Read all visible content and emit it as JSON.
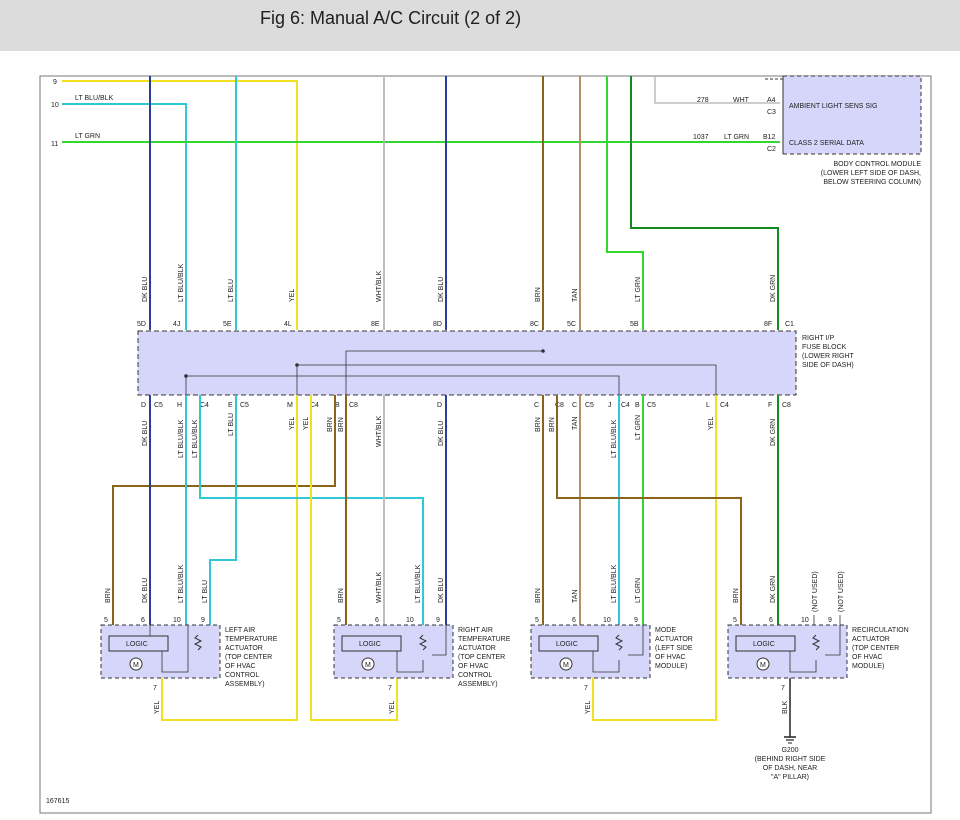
{
  "header": {
    "title": "Fig 6: Manual A/C Circuit (2 of 2)"
  },
  "colors": {
    "yel": "#f0e020",
    "ltblu": "#30c8d8",
    "dkblu": "#2a3f9c",
    "brn": "#8a6418",
    "tan": "#b89060",
    "grn": "#30d830",
    "dkgrn": "#138a20",
    "wht": "#bdbdbd",
    "blk": "#222222",
    "module": "#d6d6fa"
  },
  "left_circuits": [
    {
      "num": "9",
      "label": ""
    },
    {
      "num": "10",
      "label": "LT BLU/BLK"
    },
    {
      "num": "11",
      "label": "LT GRN"
    }
  ],
  "bcm": {
    "rows": [
      {
        "circuit": "278",
        "color": "WHT",
        "pin_a": "A4",
        "pin_b": "C3",
        "signal": "AMBIENT LIGHT SENS SIG"
      },
      {
        "circuit": "1037",
        "color": "LT GRN",
        "pin_a": "B12",
        "pin_b": "C2",
        "signal": "CLASS 2 SERIAL DATA"
      }
    ],
    "caption": [
      "BODY CONTROL MODULE",
      "(LOWER LEFT SIDE OF DASH,",
      "BELOW STEERING COLUMN)"
    ]
  },
  "fuse_block": {
    "caption": [
      "RIGHT I/P",
      "FUSE BLOCK",
      "(LOWER RIGHT",
      "SIDE OF DASH)"
    ],
    "top_wires": [
      "DK BLU",
      "LT BLU/BLK",
      "LT BLU",
      "YEL",
      "WHT/BLK",
      "DK BLU",
      "BRN",
      "TAN",
      "LT GRN",
      "DK GRN"
    ],
    "top_pins": [
      "5D",
      "4J",
      "5E",
      "4L",
      "8E",
      "8D",
      "8C",
      "5C",
      "5B",
      "8F",
      "C1"
    ],
    "bottom_pins": [
      "D",
      "C5",
      "H",
      "C4",
      "E",
      "C5",
      "M",
      "C4",
      "B",
      "C8",
      "D",
      "C",
      "C8",
      "C",
      "C5",
      "J",
      "C4",
      "B",
      "C5",
      "L",
      "C4",
      "F",
      "C8"
    ],
    "bottom_wires": [
      "DK BLU",
      "LT BLU/BLK",
      "LT BLU/BLK",
      "LT BLU",
      "YEL",
      "YEL",
      "BRN",
      "BRN",
      "WHT/BLK",
      "DK BLU",
      "BRN",
      "BRN",
      "TAN",
      "LT BLU/BLK",
      "LT GRN",
      "YEL",
      "DK GRN"
    ]
  },
  "actuators": [
    {
      "pins": [
        "5",
        "6",
        "10",
        "9",
        "7"
      ],
      "wires": [
        "BRN",
        "DK BLU",
        "LT BLU/BLK",
        "LT BLU",
        "YEL"
      ],
      "logic": "LOGIC",
      "motor": "M",
      "caption": [
        "LEFT AIR",
        "TEMPERATURE",
        "ACTUATOR",
        "(TOP CENTER",
        "OF HVAC",
        "CONTROL",
        "ASSEMBLY)"
      ]
    },
    {
      "pins": [
        "5",
        "6",
        "10",
        "9",
        "7"
      ],
      "wires": [
        "BRN",
        "WHT/BLK",
        "LT BLU/BLK",
        "DK BLU",
        "YEL"
      ],
      "logic": "LOGIC",
      "motor": "M",
      "caption": [
        "RIGHT AIR",
        "TEMPERATURE",
        "ACTUATOR",
        "(TOP CENTER",
        "OF HVAC",
        "CONTROL",
        "ASSEMBLY)"
      ]
    },
    {
      "pins": [
        "5",
        "6",
        "10",
        "9",
        "7"
      ],
      "wires": [
        "BRN",
        "TAN",
        "LT BLU/BLK",
        "LT GRN",
        "YEL"
      ],
      "logic": "LOGIC",
      "motor": "M",
      "caption": [
        "MODE",
        "ACTUATOR",
        "(LEFT SIDE",
        "OF HVAC",
        "MODULE)"
      ]
    },
    {
      "pins": [
        "5",
        "6",
        "10",
        "9",
        "7"
      ],
      "wires": [
        "BRN",
        "DK GRN",
        "(NOT USED)",
        "(NOT USED)",
        "BLK"
      ],
      "logic": "LOGIC",
      "motor": "M",
      "caption": [
        "RECIRCULATION",
        "ACTUATOR",
        "(TOP CENTER",
        "OF HVAC",
        "MODULE)"
      ]
    }
  ],
  "ground": {
    "name": "G200",
    "caption": [
      "(BEHIND RIGHT SIDE",
      "OF DASH, NEAR",
      "\"A\" PILLAR)"
    ]
  },
  "figure_id": "167615"
}
